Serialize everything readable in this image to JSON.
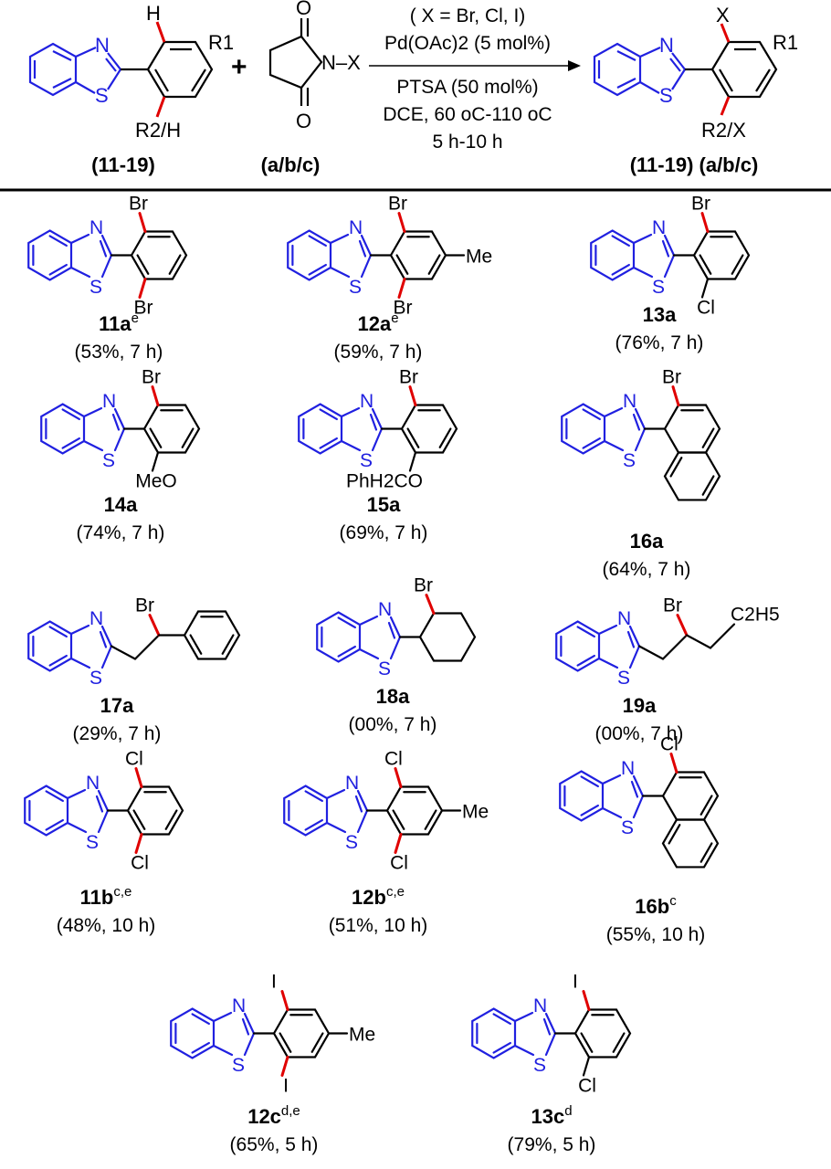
{
  "colors": {
    "heterocycle": "#2020e0",
    "bond_highlight": "#e00000",
    "ink": "#000000"
  },
  "header": {
    "reagent_reaction": {
      "substrate_label": "(11-19)",
      "nxs_label": "(a/b/c)",
      "product_label": "(11-19) (a/b/c)",
      "plus": "+",
      "substrate_atoms": {
        "h_top": "H",
        "r1": "R1",
        "r2h": "R2/H"
      },
      "nxs_atoms": {
        "n_x": "N–X",
        "o": "O"
      },
      "product_atoms": {
        "x_top": "X",
        "r1": "R1",
        "r2x": "R2/X"
      },
      "conditions": [
        "( X = Br, Cl, I)",
        "Pd(OAc)2 (5 mol%)",
        "PTSA (50 mol%)",
        "DCE, 60 oC-110 oC",
        "5 h-10 h"
      ]
    }
  },
  "heteroatoms": {
    "n": "N",
    "s": "S"
  },
  "compounds": [
    {
      "id": "11a",
      "sup": "e",
      "yield": "(53%, 7 h)",
      "halogen_top": "Br",
      "sub_bottom": "Br"
    },
    {
      "id": "12a",
      "sup": "e",
      "yield": "(59%, 7 h)",
      "halogen_top": "Br",
      "sub_bottom": "Br",
      "para": "Me"
    },
    {
      "id": "13a",
      "sup": "",
      "yield": "(76%, 7 h)",
      "halogen_top": "Br",
      "sub_bottom": "Cl"
    },
    {
      "id": "14a",
      "sup": "",
      "yield": "(74%, 7 h)",
      "halogen_top": "Br",
      "sub_bottom": "MeO"
    },
    {
      "id": "15a",
      "sup": "",
      "yield": "(69%, 7 h)",
      "halogen_top": "Br",
      "sub_bottom": "PhH2CO"
    },
    {
      "id": "16a",
      "sup": "",
      "yield": "(64%, 7 h)",
      "halogen_top": "Br"
    },
    {
      "id": "17a",
      "sup": "",
      "yield": "(29%, 7 h)",
      "halogen_top": "Br"
    },
    {
      "id": "18a",
      "sup": "",
      "yield": "(00%, 7 h)",
      "halogen_top": "Br"
    },
    {
      "id": "19a",
      "sup": "",
      "yield": "(00%, 7 h)",
      "halogen_top": "Br",
      "chain_end": "C2H5"
    },
    {
      "id": "11b",
      "sup": "c,e",
      "yield": "(48%, 10 h)",
      "halogen_top": "Cl",
      "sub_bottom": "Cl"
    },
    {
      "id": "12b",
      "sup": "c,e",
      "yield": "(51%, 10 h)",
      "halogen_top": "Cl",
      "sub_bottom": "Cl",
      "para": "Me"
    },
    {
      "id": "16b",
      "sup": "c",
      "yield": "(55%, 10 h)",
      "halogen_top": "Cl"
    },
    {
      "id": "12c",
      "sup": "d,e",
      "yield": "(65%, 5 h)",
      "halogen_top": "I",
      "sub_bottom": "I",
      "para": "Me"
    },
    {
      "id": "13c",
      "sup": "d",
      "yield": "(79%, 5 h)",
      "halogen_top": "I",
      "sub_bottom": "Cl"
    }
  ]
}
